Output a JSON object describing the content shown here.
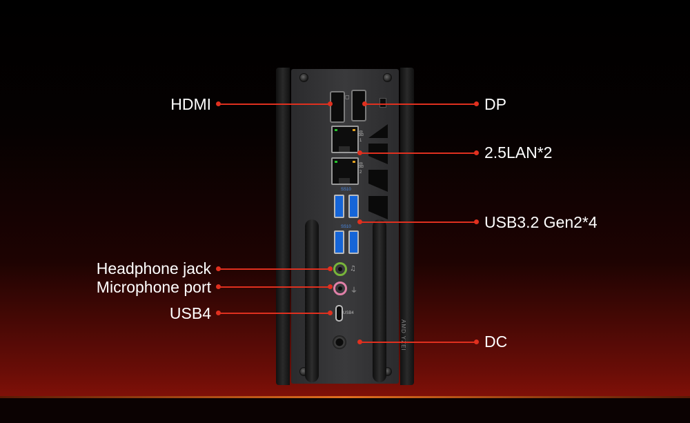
{
  "callouts": {
    "hdmi": "HDMI",
    "dp": "DP",
    "lan": "2.5LAN*2",
    "usb": "USB3.2 Gen2*4",
    "headphone": "Headphone jack",
    "microphone": "Microphone port",
    "usb4": "USB4",
    "dc": "DC"
  },
  "device": {
    "usb4_port_text": "USB4",
    "lan_port_numbers": [
      "1",
      "2"
    ],
    "usb_port_text": "SS10",
    "brand_text": "AMD YZEI"
  },
  "colors": {
    "accent_red": "#e0301f",
    "usb_blue": "#1565d8",
    "headphone_green": "#78b53a",
    "mic_pink": "#e080a8",
    "lan_led_green": "#25c12b",
    "lan_led_amber": "#e0a020"
  }
}
